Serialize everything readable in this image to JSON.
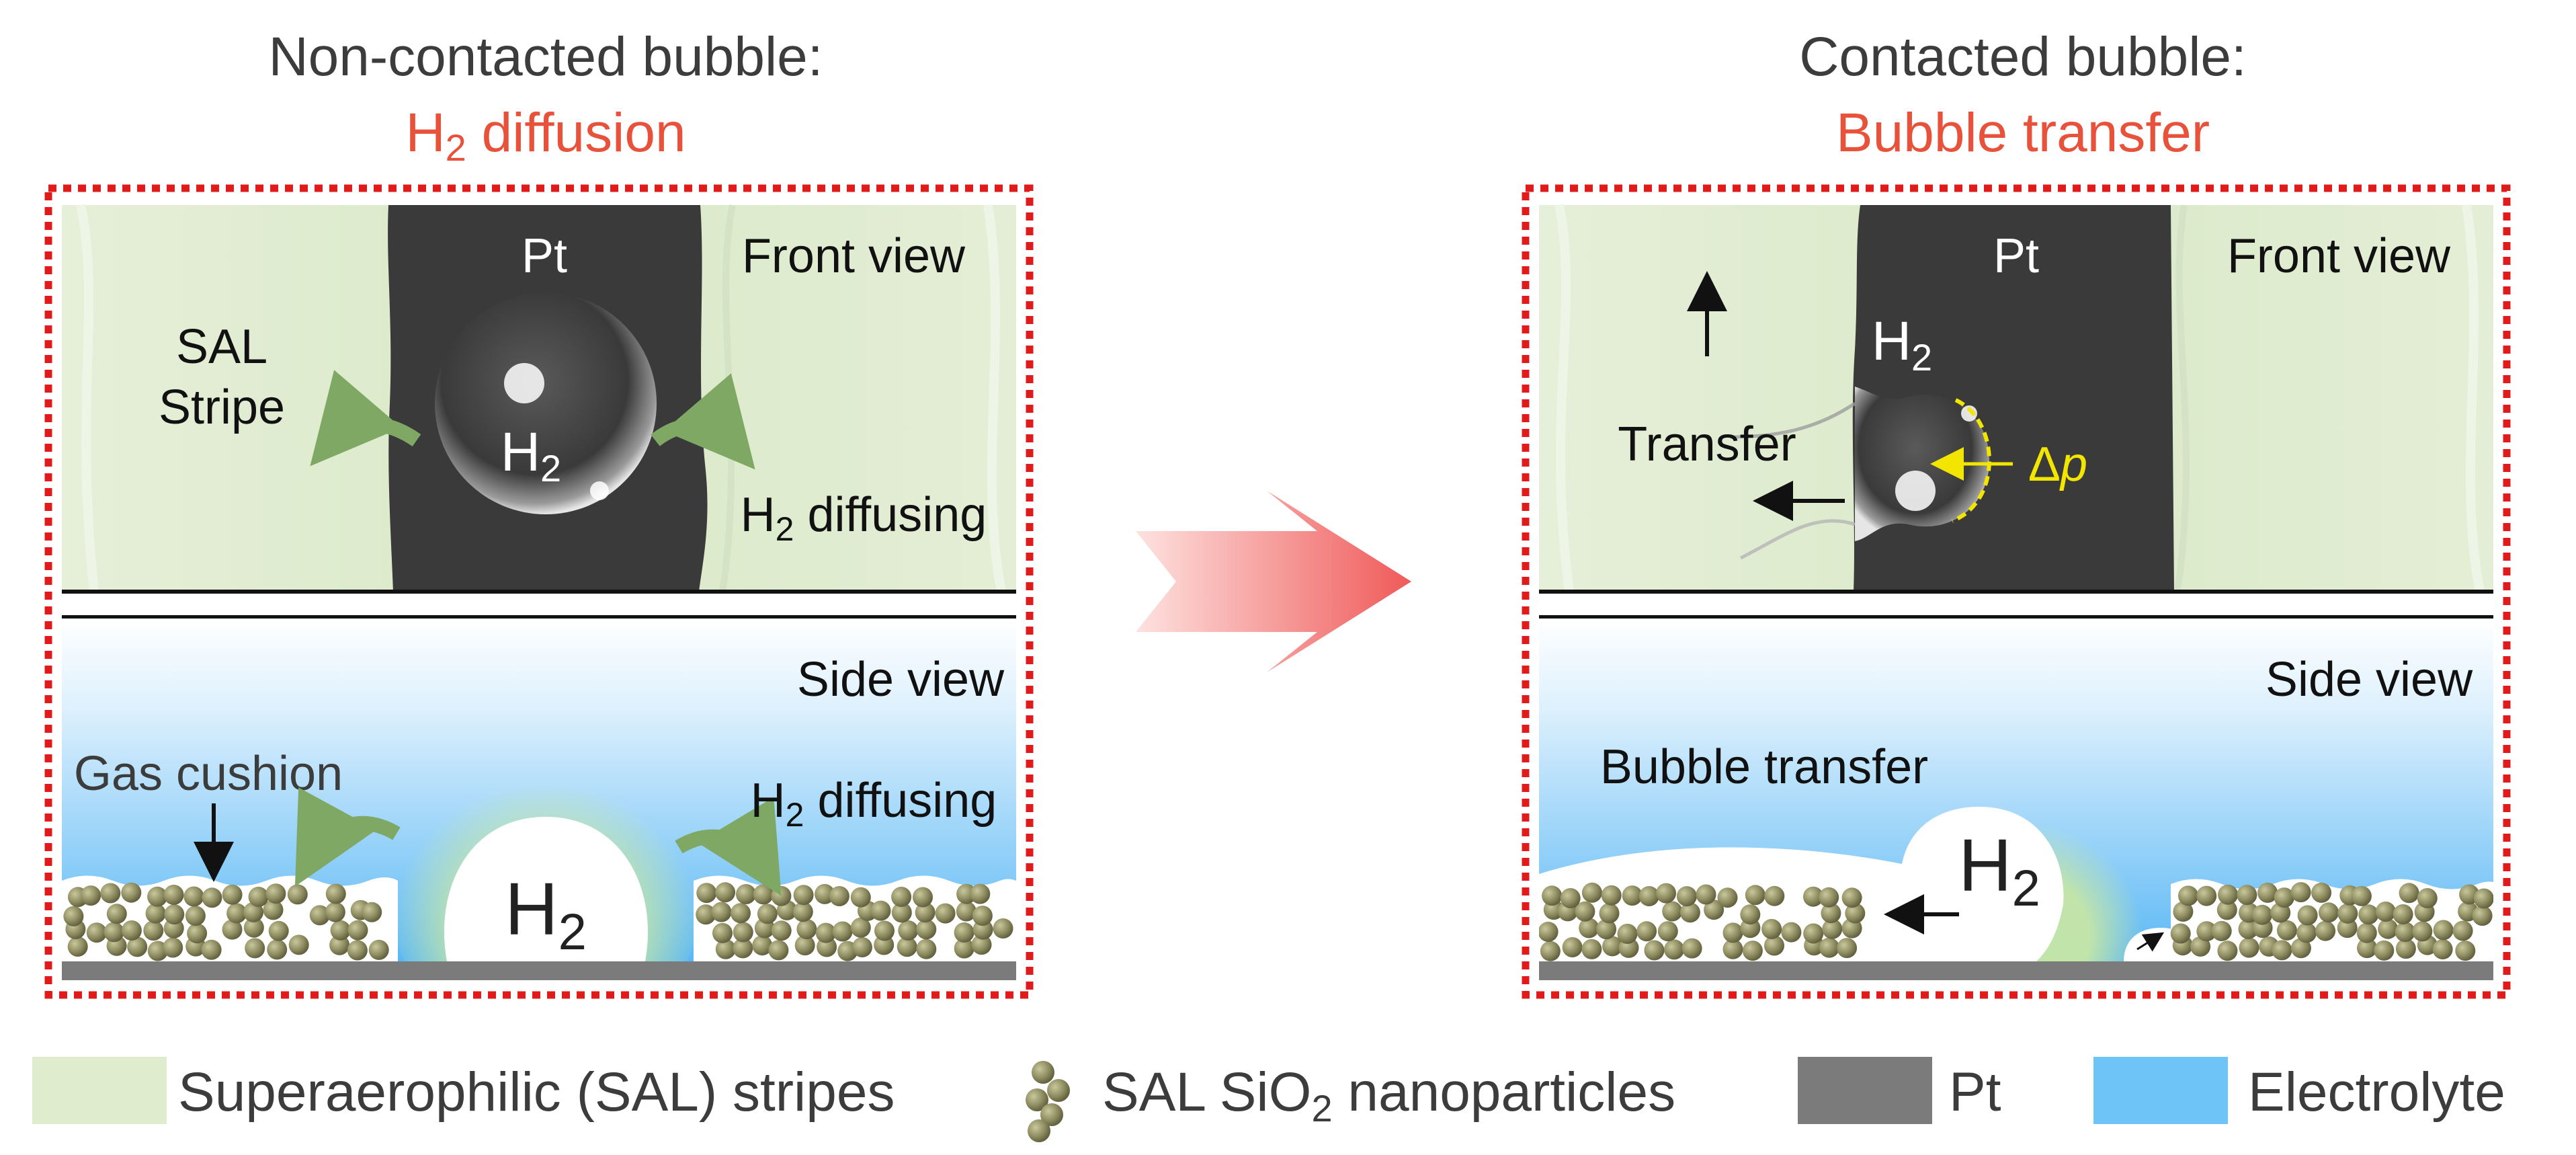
{
  "left_panel": {
    "title_line1": "Non-contacted bubble:",
    "title_h": "H",
    "title_sub": "2",
    "title_rest": " diffusion",
    "front": {
      "pt_label": "Pt",
      "view_label": "Front view",
      "stripe_line1": "SAL",
      "stripe_line2": "Stripe",
      "bubble_h": "H",
      "bubble_sub": "2",
      "diffusing_h": "H",
      "diffusing_sub": "2",
      "diffusing_rest": " diffusing"
    },
    "side": {
      "view_label": "Side view",
      "cushion_label": "Gas cushion",
      "diffusing_h": "H",
      "diffusing_sub": "2",
      "diffusing_rest": " diffusing",
      "bubble_h": "H",
      "bubble_sub": "2"
    }
  },
  "right_panel": {
    "title_line1": "Contacted bubble:",
    "title_line2": "Bubble transfer",
    "front": {
      "pt_label": "Pt",
      "view_label": "Front view",
      "bubble_h": "H",
      "bubble_sub": "2",
      "transfer_label": "Transfer",
      "delta_label": "Δ",
      "delta_var": "p"
    },
    "side": {
      "view_label": "Side view",
      "transfer_label": "Bubble transfer",
      "bubble_h": "H",
      "bubble_sub": "2"
    }
  },
  "legend": {
    "stripes": "Superaerophilic (SAL) stripes",
    "np_prefix": "SAL SiO",
    "np_sub": "2",
    "np_rest": " nanoparticles",
    "pt": "Pt",
    "electrolyte": "Electrolyte"
  },
  "colors": {
    "accent_red": "#e8513a",
    "frame_red": "#e01b1b",
    "pt_dark": "#3a3a3a",
    "stripe_green": "#dfeccd",
    "electrolyte_blue": "#6ec3f7",
    "nanoparticle": "#8c8a5e",
    "pt_substrate": "#7b7b7b",
    "delta_yellow": "#f2e600"
  }
}
